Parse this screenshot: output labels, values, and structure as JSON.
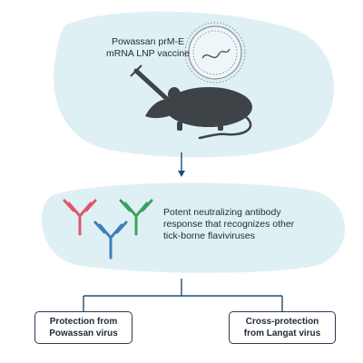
{
  "vaccine": {
    "line1": "Powassan prM-E",
    "line2": "mRNA LNP vaccine"
  },
  "response": {
    "line1": "Potent neutralizing antibody",
    "line2": "response that recognizes other",
    "line3": "tick-borne flaviviruses"
  },
  "outcomes": [
    {
      "line1": "Protection from",
      "line2": "Powassan virus"
    },
    {
      "line1": "Cross-protection",
      "line2": "from Langat virus"
    }
  ],
  "colors": {
    "blob": "#dff0f5",
    "line": "#1f4e79",
    "antibody_red": "#e0566a",
    "antibody_green": "#3aa35a",
    "antibody_blue": "#3e7fb5",
    "mouse": "#3e4348"
  },
  "icons": [
    "syringe-icon",
    "lipid-nanoparticle-icon",
    "mouse-icon",
    "antibody-icon"
  ]
}
